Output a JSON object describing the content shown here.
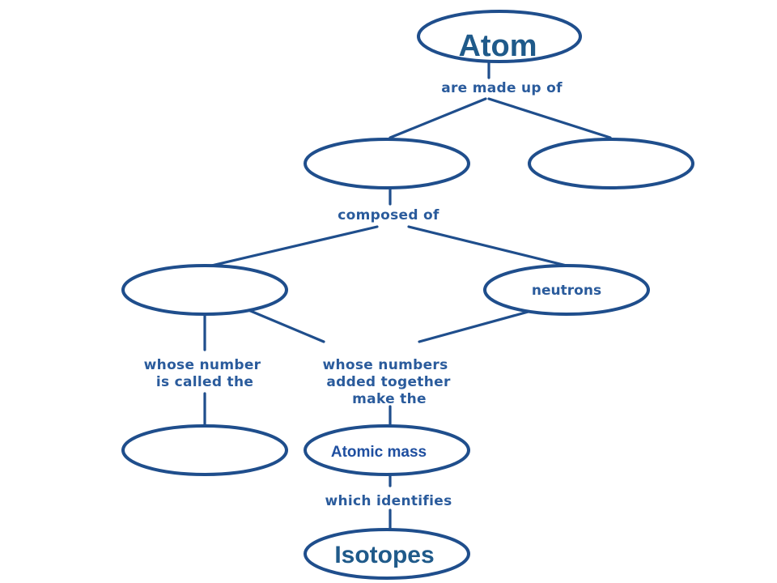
{
  "root": {
    "label": "Atom"
  },
  "labels": {
    "made_up_of": "are made up of",
    "composed_of": "composed of",
    "number_called_line1": "whose number",
    "number_called_line2": "is called the",
    "added_line1": "whose numbers",
    "added_line2": "added together",
    "added_line3": "make the",
    "identifies": "which identifies"
  },
  "nodes": {
    "blank_left_level2": "",
    "blank_right_level2": "",
    "blank_left_level3": "",
    "neutrons": "neutrons",
    "blank_bottom_left": "",
    "atomic_mass": "Atomic mass",
    "isotopes": "Isotopes"
  }
}
